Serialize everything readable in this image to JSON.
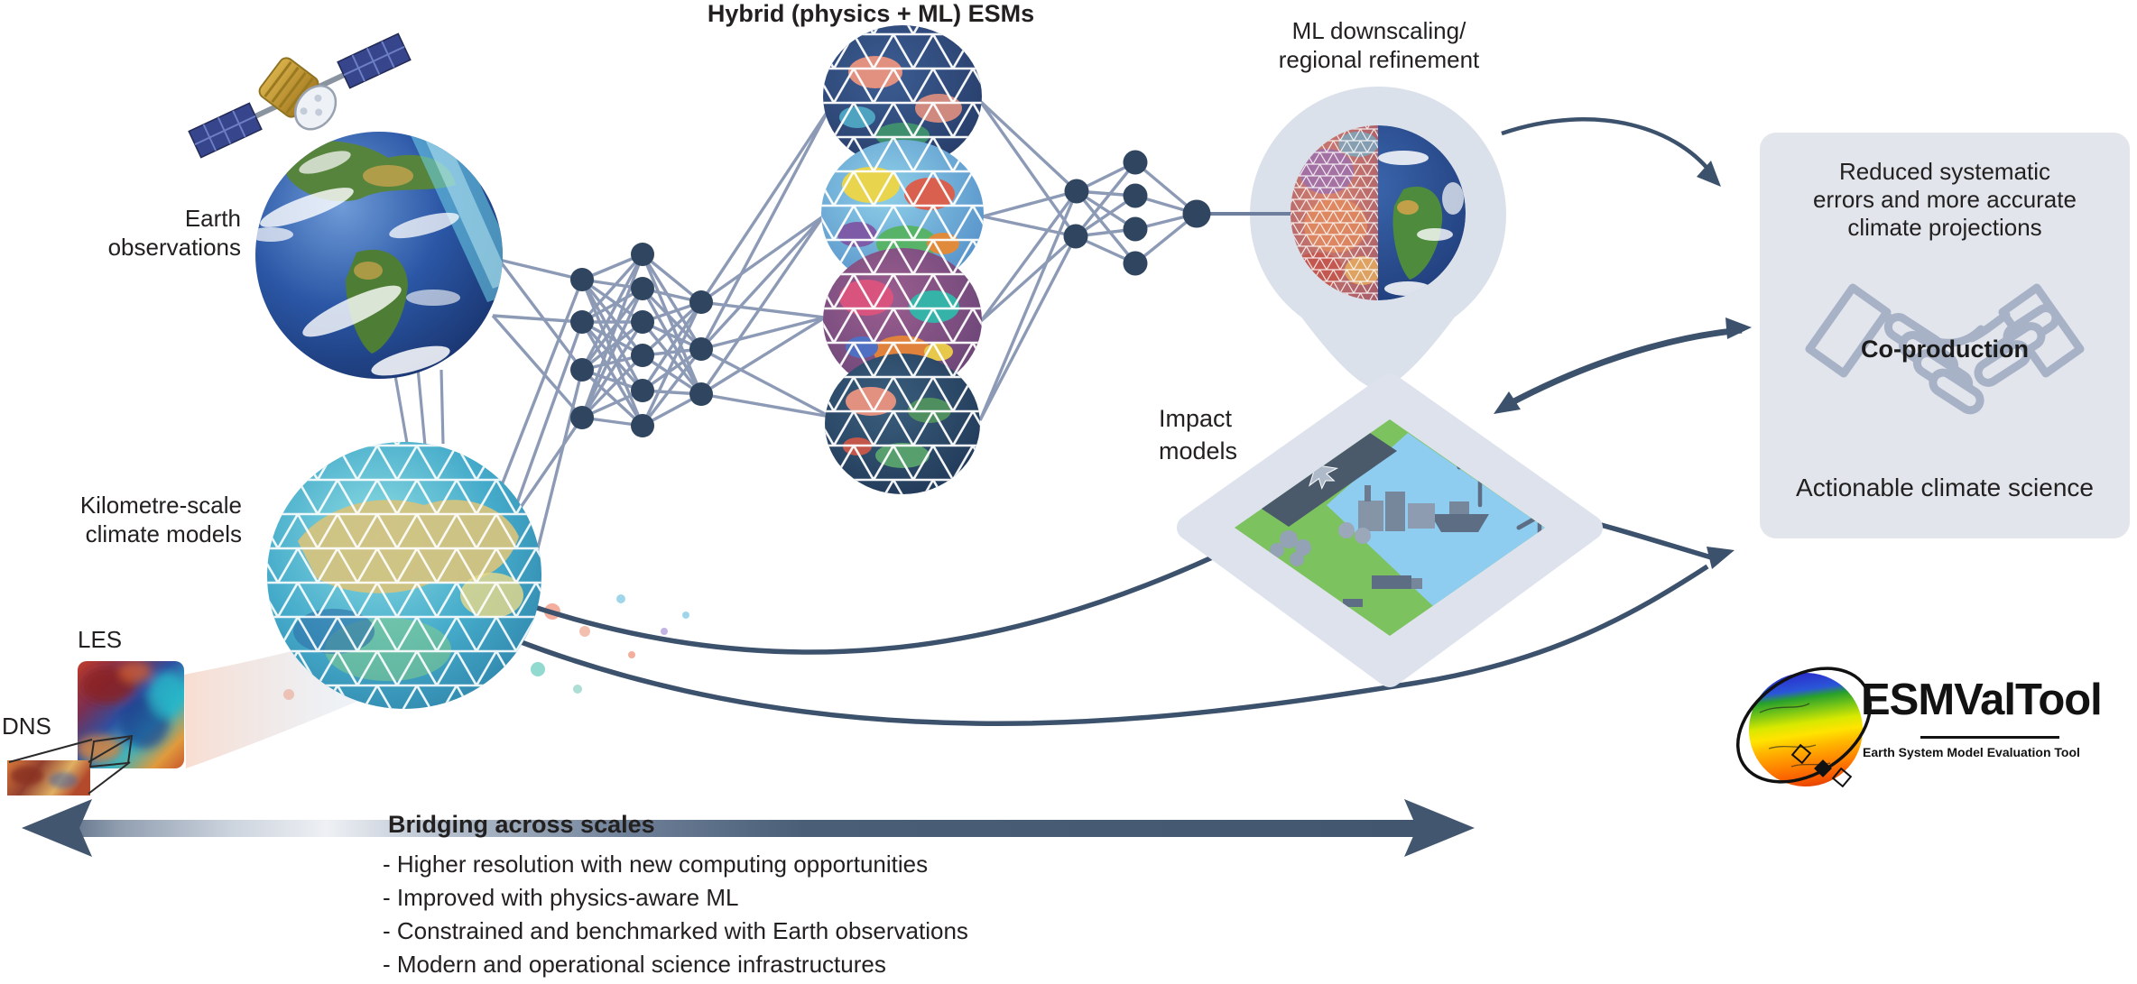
{
  "figure": {
    "title": "Hybrid (physics + ML) ESMs",
    "labels": {
      "earth_observations": {
        "line1": "Earth",
        "line2": "observations"
      },
      "km_scale": {
        "line1": "Kilometre-scale",
        "line2": "climate models"
      },
      "les": "LES",
      "dns": "DNS",
      "ml_downscaling": {
        "line1": "ML downscaling/",
        "line2": "regional refinement"
      },
      "impact_models": {
        "line1": "Impact",
        "line2": "models"
      }
    },
    "outcome_box": {
      "line1": "Reduced systematic",
      "line2": "errors and more accurate",
      "line3": "climate projections",
      "co_production": "Co-production",
      "actionable": "Actionable climate science"
    },
    "bridging": {
      "heading": "Bridging across scales",
      "bullets": [
        "- Higher resolution with new computing opportunities",
        "- Improved with physics-aware ML",
        "- Constrained and benchmarked with Earth observations",
        "- Modern and operational science infrastructures"
      ]
    },
    "logo": {
      "wordmark": "ESMValTool",
      "subtitle": "Earth System Model Evaluation Tool"
    },
    "icons": {
      "satellite": "satellite-icon",
      "earth_globe": "earth-photo-globe-icon",
      "km_globe": "km-scale-mesh-globe-icon",
      "esm_globes": "hybrid-esm-globe-icon",
      "neural_network": "neural-network-icon",
      "downscaling_pin": "downscaled-globe-pin-icon",
      "impact_tile": "impact-models-tile-icon",
      "handshake": "handshake-icon",
      "logo_globe": "esmvaltool-globe-icon"
    },
    "colors": {
      "nn_node": "#30455f",
      "nn_edge": "#8c9ab6",
      "arrow": "#3c516c",
      "box_bg": "#e2e5ec",
      "handshake": "#a7b2c6",
      "pin_bg": "#dbe1ea",
      "text": "#232020"
    }
  }
}
